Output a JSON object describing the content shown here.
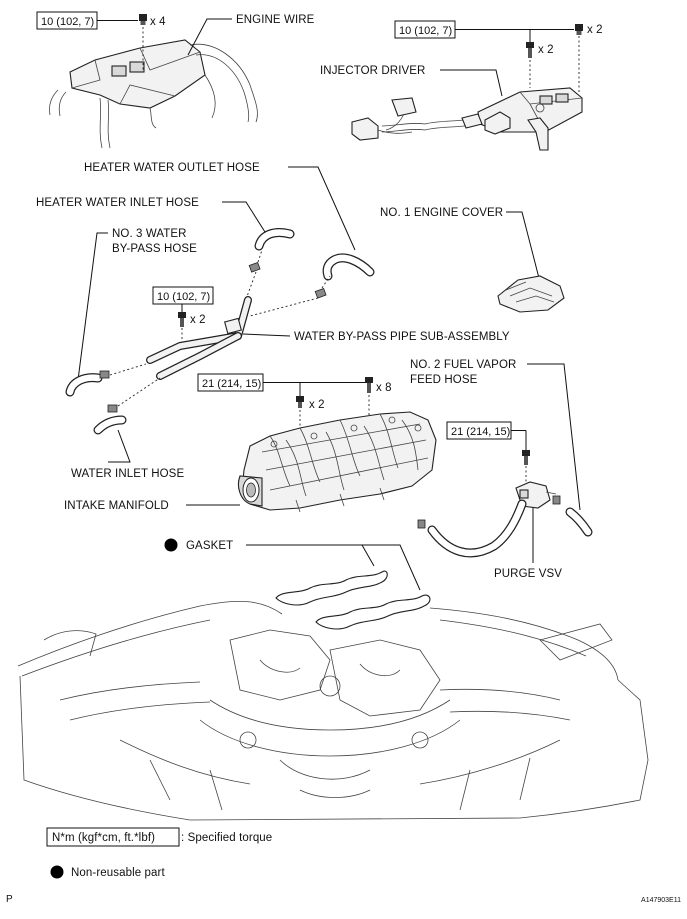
{
  "torque": {
    "t1": "10 (102, 7)",
    "t2": "10 (102, 7)",
    "t3": "10 (102, 7)",
    "t4": "21 (214, 15)",
    "t5": "21 (214, 15)"
  },
  "qty": {
    "x4": "x 4",
    "x2a": "x 2",
    "x2b": "x 2",
    "x2c": "x 2",
    "x2d": "x 2",
    "x8": "x 8"
  },
  "labels": {
    "engine_wire": "ENGINE WIRE",
    "injector_driver": "INJECTOR DRIVER",
    "heater_outlet": "HEATER WATER OUTLET HOSE",
    "heater_inlet": "HEATER WATER INLET HOSE",
    "no3_line1": "NO. 3 WATER",
    "no3_line2": "BY-PASS HOSE",
    "engine_cover": "NO. 1 ENGINE COVER",
    "bypass_pipe": "WATER BY-PASS PIPE SUB-ASSEMBLY",
    "no2_line1": "NO. 2 FUEL VAPOR",
    "no2_line2": "FEED HOSE",
    "water_inlet": "WATER INLET HOSE",
    "intake_manifold": "INTAKE MANIFOLD",
    "gasket": "GASKET",
    "purge_vsv": "PURGE VSV"
  },
  "legend": {
    "torque_unit": "N*m (kgf*cm, ft.*lbf)",
    "torque_text": ": Specified torque",
    "nonreusable_text": "Non-reusable part"
  },
  "footer": {
    "left_mark": "P",
    "figure_id": "A147903E11"
  }
}
